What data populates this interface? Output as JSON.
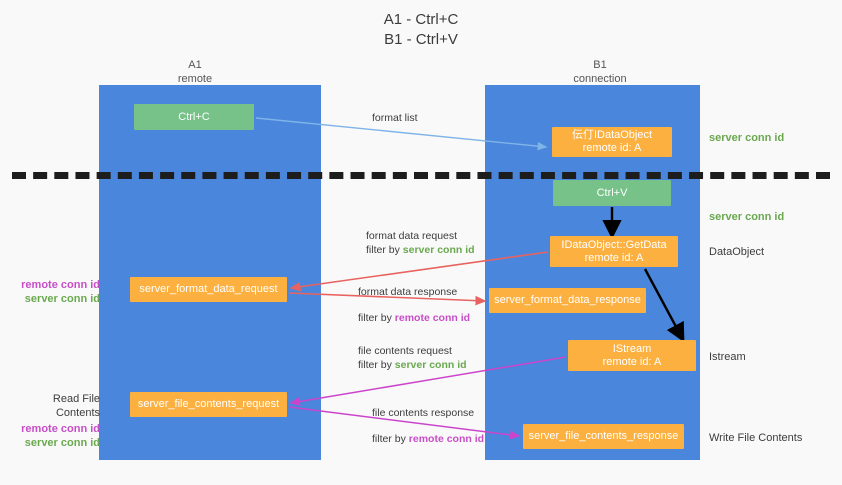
{
  "title": {
    "line1": "A1 - Ctrl+C",
    "line2": "B1 - Ctrl+V"
  },
  "columns": {
    "left": {
      "name": "A1",
      "role": "remote"
    },
    "right": {
      "name": "B1",
      "role": "connection"
    }
  },
  "nodes": {
    "ctrl_c": {
      "label": "Ctrl+C",
      "color": "#76c288"
    },
    "idataobject": {
      "line1": "伝仃IDataObject",
      "line2": "remote id: A",
      "color": "#fbb040"
    },
    "ctrl_v": {
      "label": "Ctrl+V",
      "color": "#76c288"
    },
    "getdata": {
      "line1": "IDataObject::GetData",
      "line2": "remote id: A",
      "color": "#fbb040"
    },
    "format_data_request": {
      "label": "server_format_data_request",
      "color": "#fbb040"
    },
    "format_data_response": {
      "label": "server_format_data_response",
      "color": "#fbb040"
    },
    "istream": {
      "line1": "IStream",
      "line2": "remote id: A",
      "color": "#fbb040"
    },
    "file_contents_request": {
      "label": "server_file_contents_request",
      "color": "#fbb040"
    },
    "file_contents_response": {
      "label": "server_file_contents_response",
      "color": "#fbb040"
    }
  },
  "edges": {
    "format_list": {
      "label": "format list"
    },
    "format_data_request": {
      "line1": "format data request",
      "filter_prefix": "filter by ",
      "filter_value": "server conn id"
    },
    "format_data_response": {
      "line1": "format data response",
      "filter_prefix": "filter by ",
      "filter_value": "remote conn id"
    },
    "file_contents_request": {
      "line1": "file contents request",
      "filter_prefix": "filter by ",
      "filter_value": "server conn id"
    },
    "file_contents_response": {
      "line1": "file contents response",
      "filter_prefix": "filter by ",
      "filter_value": "remote conn id"
    }
  },
  "annotations": {
    "server_conn_id_top": "server conn id",
    "server_conn_id_mid": "server conn id",
    "dataobject": "DataObject",
    "istream": "Istream",
    "write_file_contents": "Write File Contents",
    "read_file_contents": "Read File Contents",
    "remote_conn_id": "remote conn id",
    "server_conn_id": "server conn id"
  },
  "colors": {
    "panel": "#4a86db",
    "green_box": "#76c288",
    "orange_box": "#fbb040",
    "green_text": "#6aa84f",
    "purple_text": "#c74ec7",
    "red_arrow": "#e8635f",
    "magenta_arrow": "#cc44cc",
    "blue_arrow": "#7fb4e8",
    "black_arrow": "#000000",
    "background": "#f9f9f9"
  }
}
